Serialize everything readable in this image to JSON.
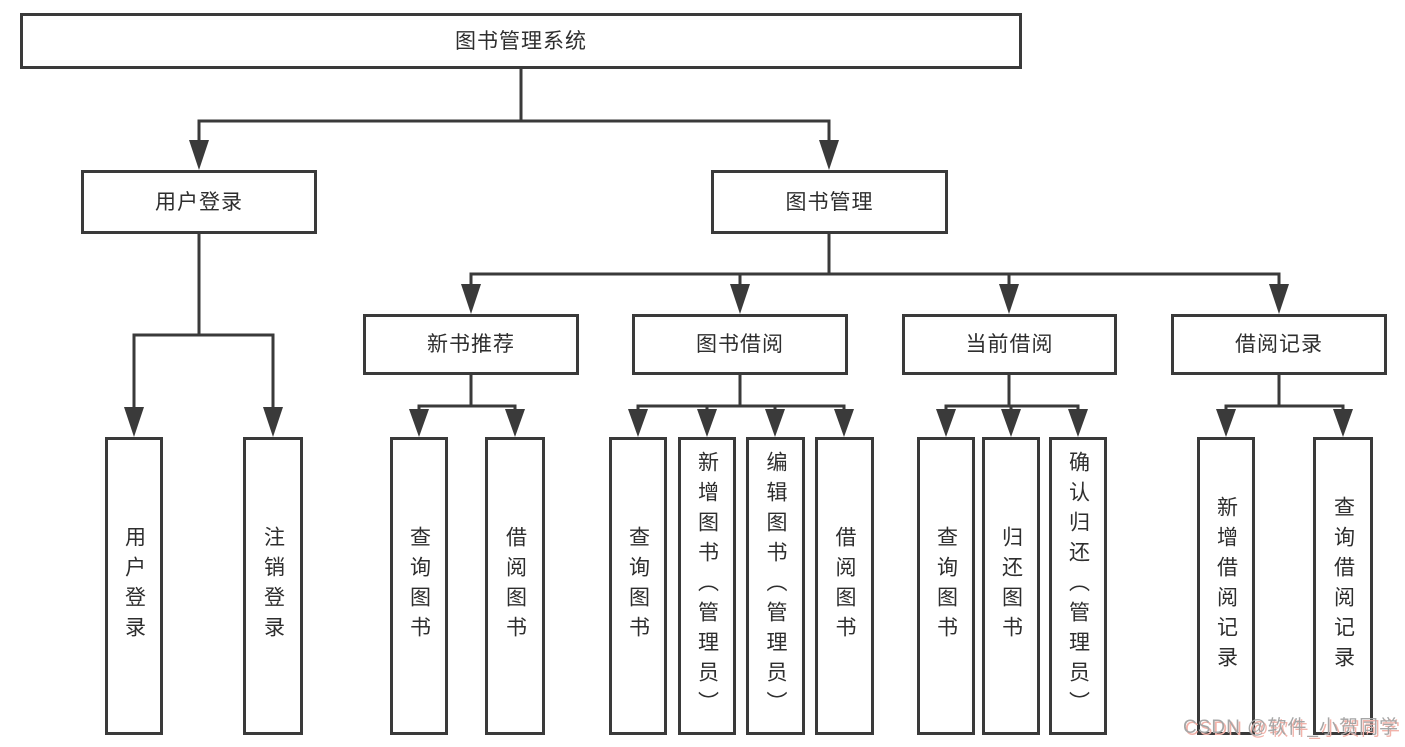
{
  "tree": {
    "label": "图书管理系统",
    "children": [
      {
        "label": "用户登录",
        "children": [
          {
            "label": "用户登录"
          },
          {
            "label": "注销登录"
          }
        ]
      },
      {
        "label": "图书管理",
        "children": [
          {
            "label": "新书推荐",
            "children": [
              {
                "label": "查询图书"
              },
              {
                "label": "借阅图书"
              }
            ]
          },
          {
            "label": "图书借阅",
            "children": [
              {
                "label": "查询图书"
              },
              {
                "label": "新增图书（管理员）"
              },
              {
                "label": "编辑图书（管理员）"
              },
              {
                "label": "借阅图书"
              }
            ]
          },
          {
            "label": "当前借阅",
            "children": [
              {
                "label": "查询图书"
              },
              {
                "label": "归还图书"
              },
              {
                "label": "确认归还（管理员）"
              }
            ]
          },
          {
            "label": "借阅记录",
            "children": [
              {
                "label": "新增借阅记录"
              },
              {
                "label": "查询借阅记录"
              }
            ]
          }
        ]
      }
    ]
  },
  "watermark": {
    "text": "CSDN @软件_小贺同学"
  },
  "colors": {
    "line": "#3a3a3a",
    "box_border": "#3a3a3a",
    "text": "#2e2e2e",
    "background": "#ffffff",
    "watermark_gray": "#a6a6a6",
    "watermark_pink": "#f2b3aa"
  }
}
